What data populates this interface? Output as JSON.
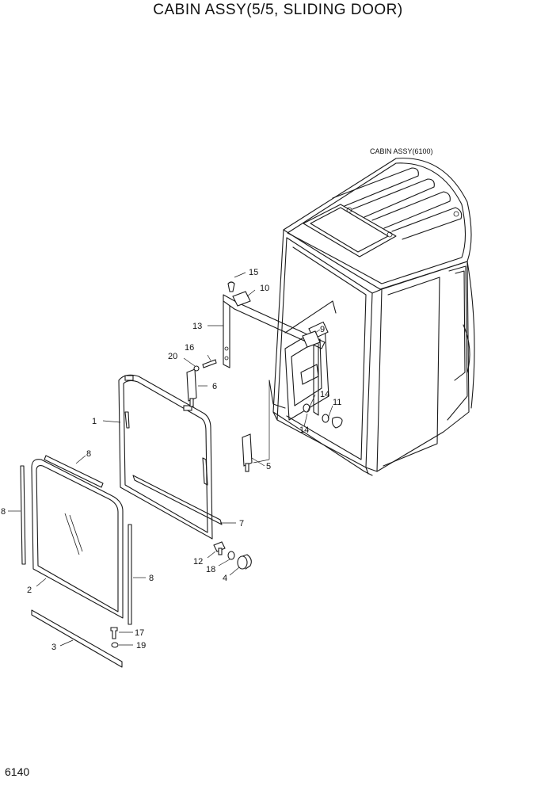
{
  "title": "CABIN ASSY(5/5, SLIDING DOOR)",
  "page_number": "6140",
  "cabin_label": "CABIN ASSY(6100)",
  "callouts": {
    "c1": "1",
    "c2": "2",
    "c3": "3",
    "c4": "4",
    "c5": "5",
    "c6": "6",
    "c7": "7",
    "c8a": "8",
    "c8b": "8",
    "c8c": "8",
    "c9": "9",
    "c10": "10",
    "c11": "11",
    "c12": "12",
    "c13": "13",
    "c14a": "14",
    "c14b": "14",
    "c15": "15",
    "c16": "16",
    "c17": "17",
    "c18": "18",
    "c19": "19",
    "c20": "20"
  }
}
